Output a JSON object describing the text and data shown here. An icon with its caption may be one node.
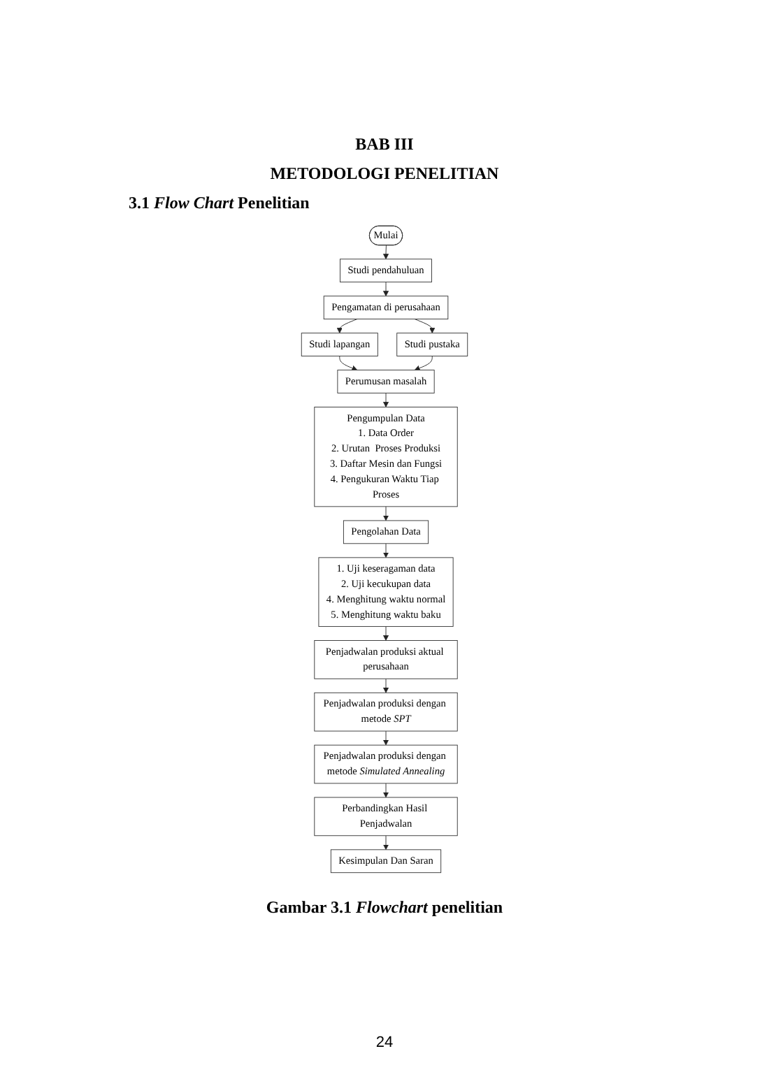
{
  "diagram": {
    "title": "BAB III",
    "nodes": [
      {
        "text": [
          "Mulai"
        ]
      },
      {
        "text": [
          "Studi pendahuluan"
        ]
      },
      {
        "text": [
          "Pengamatan di perusahaan"
        ]
      },
      {
        "text": [
          "Studi lapangan"
        ]
      },
      {
        "text": [
          "Studi pustaka"
        ]
      },
      {
        "text": [
          "Perumusan masalah"
        ]
      },
      {
        "text": [
          "Pengumpulan Data",
          "1. Data Order",
          "2. Urutan  Proses Produksi",
          "3. Daftar Mesin dan Fungsi",
          "4. Pengukuran Waktu Tiap Proses"
        ]
      },
      {
        "text": [
          "Pengolahan Data"
        ]
      },
      {
        "text": [
          "1. Uji keseragaman data",
          "2. Uji kecukupan data",
          "4. Menghitung waktu normal",
          "5. Menghitung waktu baku"
        ]
      },
      {
        "text": [
          "Penjadwalan produksi aktual perusahaan"
        ]
      },
      {
        "text": [
          "Penjadwalan produksi dengan metode *SPT*"
        ]
      },
      {
        "text": [
          "Penjadwalan produksi dengan metode *Simulated Annealing*"
        ]
      },
      {
        "text": [
          "Perbandingkan Hasil Penjadwalan"
        ]
      },
      {
        "text": [
          "Kesimpulan Dan Saran"
        ]
      }
    ],
    "edges": [
      {
        "from": 0,
        "to": 1,
        "arrow": "to"
      },
      {
        "from": 1,
        "to": 2,
        "arrow": "to"
      },
      {
        "from": 2,
        "to": 3,
        "arrow": "to"
      },
      {
        "from": 2,
        "to": 4,
        "arrow": "to"
      },
      {
        "from": 3,
        "to": 5,
        "arrow": "to"
      },
      {
        "from": 4,
        "to": 5,
        "arrow": "to"
      },
      {
        "from": 5,
        "to": 6,
        "arrow": "to"
      },
      {
        "from": 6,
        "to": 7,
        "arrow": "to"
      },
      {
        "from": 7,
        "to": 8,
        "arrow": "to"
      },
      {
        "from": 8,
        "to": 9,
        "arrow": "to"
      },
      {
        "from": 9,
        "to": 10,
        "arrow": "to"
      },
      {
        "from": 10,
        "to": 11,
        "arrow": "to"
      },
      {
        "from": 11,
        "to": 12,
        "arrow": "to"
      },
      {
        "from": 12,
        "to": 13,
        "arrow": "to"
      }
    ],
    "labels": [
      "METODOLOGI PENELITIAN",
      "3.1 *Flow Chart* Penelitian",
      "24"
    ],
    "caption": "Gambar 3.1 *Flowchart* penelitian"
  }
}
